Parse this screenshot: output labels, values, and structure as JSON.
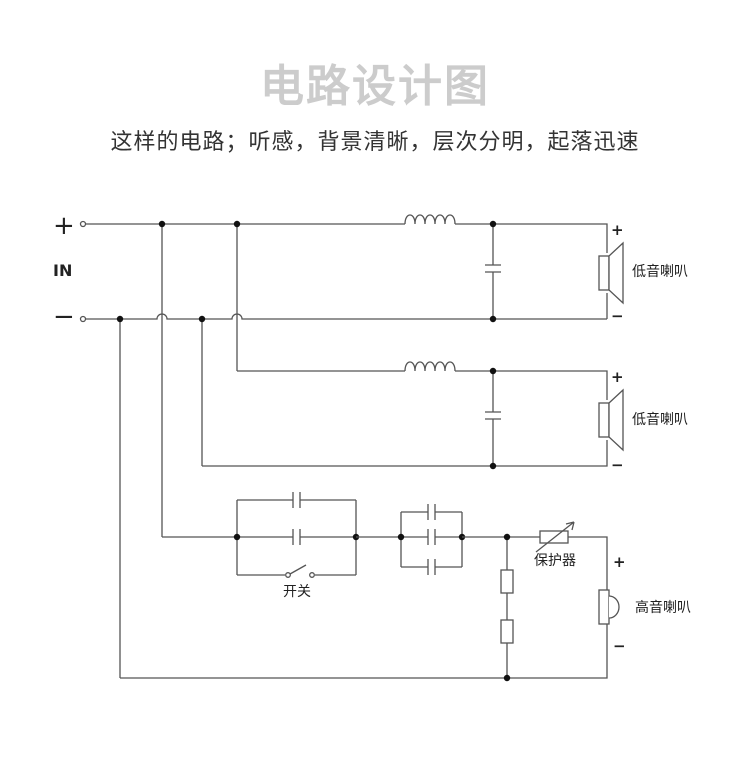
{
  "header": {
    "title": "电路设计图",
    "subtitle": "这样的电路；听感，背景清晰，层次分明，起落迅速"
  },
  "input": {
    "plus": "+",
    "minus": "−",
    "label": "IN"
  },
  "speakers": [
    {
      "label": "低音喇叭",
      "plus": "+",
      "minus": "−"
    },
    {
      "label": "低音喇叭",
      "plus": "+",
      "minus": "−"
    },
    {
      "label": "高音喇叭",
      "plus": "+",
      "minus": "−"
    }
  ],
  "switch_label": "开关",
  "protector_label": "保护器"
}
